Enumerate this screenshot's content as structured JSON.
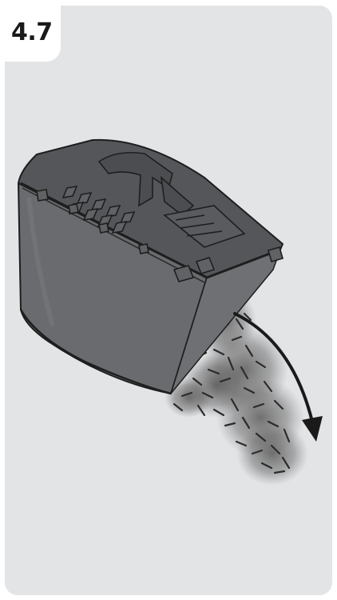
{
  "step": {
    "number": "4.7"
  },
  "illustration": {
    "subject": "grass-collector-bag",
    "action": "emptying-clippings",
    "arrow_direction": "down",
    "colors": {
      "panel_background": "#e3e4e6",
      "bag_body": "#6a6b6e",
      "bag_lid": "#55565a",
      "outline": "#1e1e1e",
      "clippings": "#3a3a3a"
    }
  }
}
